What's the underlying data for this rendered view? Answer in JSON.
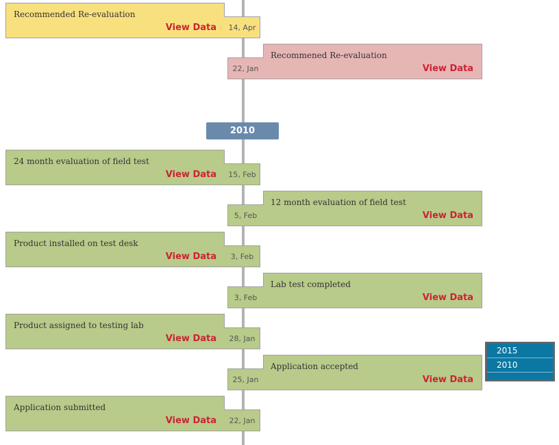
{
  "year_badge": "2010",
  "view_label": "View Data",
  "events": [
    {
      "title": "Recommended Re-evaluation",
      "date": "14, Apr",
      "color": "#f8e07e"
    },
    {
      "title": "Recommened Re-evaluation",
      "date": "22, Jan",
      "color": "#e6b6b5"
    },
    {
      "title": "24 month evaluation of field test",
      "date": "15, Feb",
      "color": "#b8cb8a"
    },
    {
      "title": "12 month evaluation of field test",
      "date": "5, Feb",
      "color": "#b8cb8a"
    },
    {
      "title": "Product installed on test desk",
      "date": "3, Feb",
      "color": "#b8cb8a"
    },
    {
      "title": "Lab test completed",
      "date": "3, Feb",
      "color": "#b8cb8a"
    },
    {
      "title": "Product assigned to testing lab",
      "date": "28, Jan",
      "color": "#b8cb8a"
    },
    {
      "title": "Application accepted",
      "date": "25, Jan",
      "color": "#b8cb8a"
    },
    {
      "title": "Application submitted",
      "date": "22, Jan",
      "color": "#b8cb8a"
    }
  ],
  "year_selector": {
    "options": [
      "2015",
      "2010"
    ]
  }
}
